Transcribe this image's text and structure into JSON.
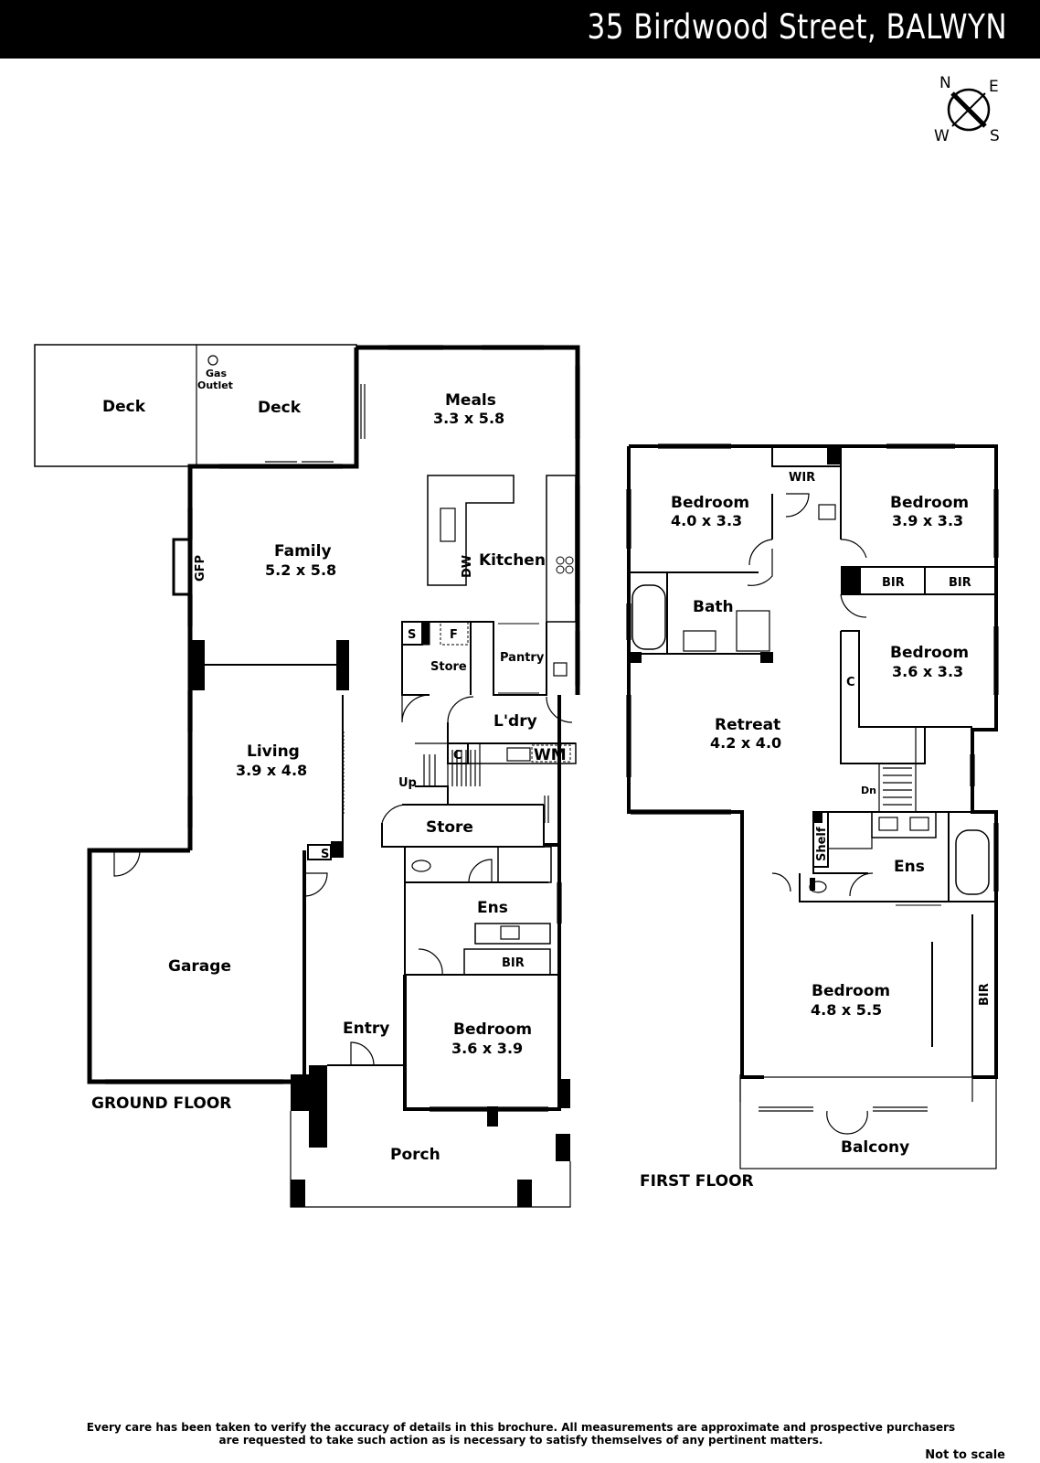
{
  "header": {
    "title": "35 Birdwood Street, BALWYN"
  },
  "compass": {
    "north": "N",
    "east": "E",
    "south": "S",
    "west": "W"
  },
  "ground_floor": {
    "label": "GROUND FLOOR",
    "deck_1": "Deck",
    "deck_2": "Deck",
    "gas_outlet_1": "Gas",
    "gas_outlet_2": "Outlet",
    "meals": {
      "name": "Meals",
      "size": "3.3 x 5.8"
    },
    "family": {
      "name": "Family",
      "size": "5.2 x 5.8"
    },
    "gfp": "GFP",
    "kitchen": "Kitchen",
    "dw": "DW",
    "s_1": "S",
    "f": "F",
    "store_1": "Store",
    "pantry": "Pantry",
    "laundry": "L'dry",
    "c_1": "C",
    "wm": "WM",
    "living": {
      "name": "Living",
      "size": "3.9 x 4.8"
    },
    "up": "Up",
    "store_2": "Store",
    "s_2": "S",
    "ens": "Ens",
    "bir": "BIR",
    "garage": "Garage",
    "entry": "Entry",
    "bedroom": {
      "name": "Bedroom",
      "size": "3.6 x 3.9"
    },
    "porch": "Porch"
  },
  "first_floor": {
    "label": "FIRST FLOOR",
    "bedroom_1": {
      "name": "Bedroom",
      "size": "4.0 x 3.3"
    },
    "wir": "WIR",
    "bedroom_2": {
      "name": "Bedroom",
      "size": "3.9 x 3.3"
    },
    "bath": "Bath",
    "bir_1": "BIR",
    "bir_2": "BIR",
    "bedroom_3": {
      "name": "Bedroom",
      "size": "3.6 x 3.3"
    },
    "c": "C",
    "retreat": {
      "name": "Retreat",
      "size": "4.2 x 4.0"
    },
    "dn": "Dn",
    "shelf": "Shelf",
    "ens": "Ens",
    "master_bedroom": {
      "name": "Bedroom",
      "size": "4.8 x 5.5"
    },
    "bir_3": "BIR",
    "balcony": "Balcony"
  },
  "footer": {
    "disclaimer_1": "Every care has been taken to verify the accuracy of details in this brochure.  All measurements are approximate and prospective purchasers",
    "disclaimer_2": "are requested to take such action as is necessary to satisfy themselves of any pertinent matters.",
    "not_to_scale": "Not to scale"
  }
}
